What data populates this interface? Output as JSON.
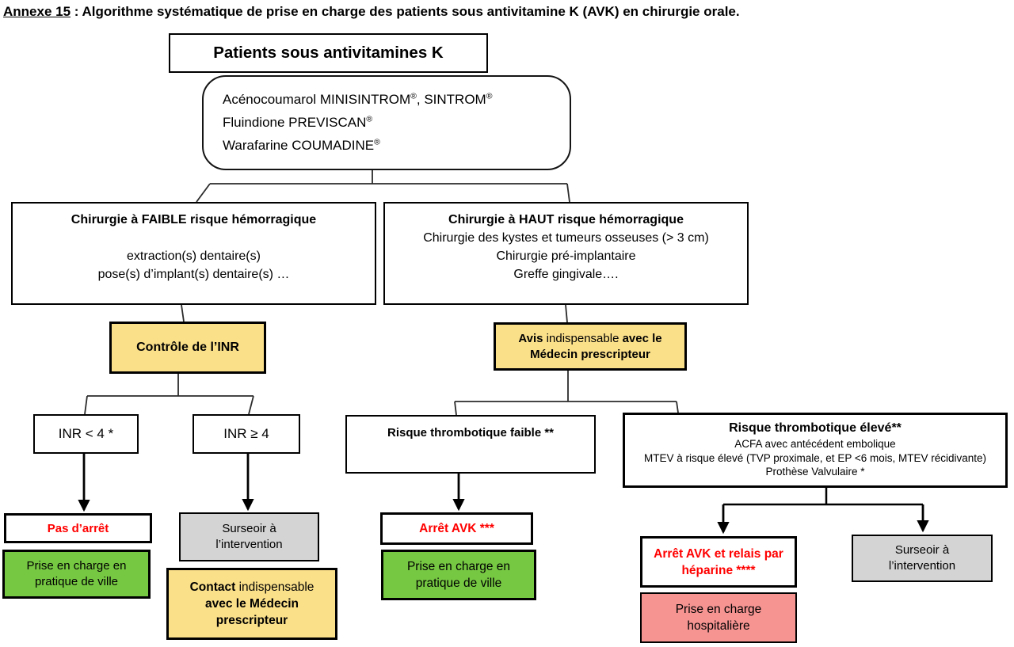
{
  "annexe": {
    "label_underlined": "Annexe 15",
    "label_rest": " : Algorithme systématique de prise en charge des patients sous antivitamine K (AVK) en chirurgie orale."
  },
  "patients_box": {
    "label": "Patients sous antivitamines K"
  },
  "drugs_box": {
    "lines": [
      [
        {
          "t": "Acénocoumarol MINISINTROM"
        },
        {
          "t": "®",
          "sup": true
        },
        {
          "t": ", SINTROM"
        },
        {
          "t": "®",
          "sup": true
        }
      ],
      [
        {
          "t": "Fluindione PREVISCAN"
        },
        {
          "t": "®",
          "sup": true
        }
      ],
      [
        {
          "t": "Warafarine COUMADINE"
        },
        {
          "t": "®",
          "sup": true
        }
      ]
    ]
  },
  "faible_box": {
    "title": "Chirurgie à FAIBLE risque hémorragique",
    "lines": [
      "extraction(s) dentaire(s)",
      "pose(s) d’implant(s) dentaire(s) …"
    ]
  },
  "haut_box": {
    "title": "Chirurgie à HAUT risque hémorragique",
    "lines": [
      "Chirurgie des kystes et tumeurs osseuses (> 3 cm)",
      "Chirurgie pré-implantaire",
      "Greffe gingivale…."
    ]
  },
  "controle_box": {
    "label": "Contrôle de l’INR"
  },
  "avis_box": {
    "segments": [
      {
        "t": "Avis ",
        "b": true
      },
      {
        "t": "indispensable ",
        "b": false
      },
      {
        "t": "avec le Médecin prescripteur",
        "b": true
      }
    ]
  },
  "inr_lt4_box": {
    "label": "INR < 4 *"
  },
  "inr_ge4_box": {
    "label": "INR ≥ 4"
  },
  "risque_faible_box": {
    "label": "Risque thrombotique faible **"
  },
  "risque_eleve_box": {
    "title": "Risque thrombotique élevé**",
    "lines": [
      "ACFA avec antécédent embolique",
      "MTEV à risque élevé (TVP proximale, et EP <6 mois, MTEV récidivante)",
      "Prothèse Valvulaire *"
    ]
  },
  "pas_arret_box": {
    "label": "Pas d’arrêt"
  },
  "ville_box_1": {
    "label": "Prise en charge en pratique de ville"
  },
  "surseoir_box_1": {
    "label": "Surseoir à l’intervention"
  },
  "contact_box": {
    "segments": [
      {
        "t": "Contact",
        "b": true
      },
      {
        "t": " indispensable ",
        "b": false
      },
      {
        "t": "avec le Médecin prescripteur",
        "b": true
      }
    ]
  },
  "arret_avk_box": {
    "label": "Arrêt AVK ***"
  },
  "ville_box_2": {
    "label": "Prise en charge en pratique de ville"
  },
  "arret_relais_box": {
    "label": "Arrêt AVK et relais par héparine ****"
  },
  "hospitaliere_box": {
    "label": "Prise en charge hospitalière"
  },
  "surseoir_box_2": {
    "label": "Surseoir à l’intervention"
  },
  "colors": {
    "highlight_yellow": "#FBE08A",
    "action_green": "#76C842",
    "hospital_salmon": "#F69492",
    "postpone_grey": "#D4D4D4",
    "alert_text_red": "#FF0000",
    "border_black": "#000000"
  }
}
